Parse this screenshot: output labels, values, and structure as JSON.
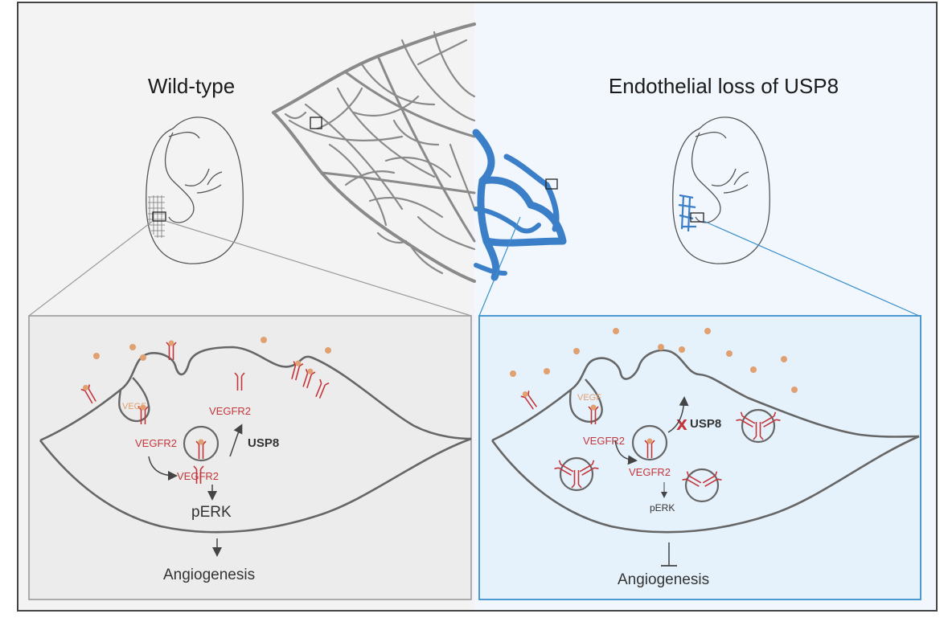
{
  "titles": {
    "left": "Wild-type",
    "right": "Endothelial loss of USP8"
  },
  "left_panel": {
    "vegf": "VEGF",
    "vegfr2_surface": "VEGFR2",
    "vegfr2_upper": "VEGFR2",
    "vegfr2_recycled": "VEGFR2",
    "usp8": "USP8",
    "perk": "pERK",
    "outcome": "Angiogenesis",
    "outcome_effect": "promoted"
  },
  "right_panel": {
    "vegf": "VEGF",
    "vegfr2_surface": "VEGFR2",
    "vegfr2_inner": "VEGFR2",
    "usp8": "USP8",
    "usp8_state": "lost",
    "perk": "pERK",
    "outcome": "Angiogenesis",
    "outcome_effect": "inhibited"
  },
  "colors": {
    "wildtype_bg": "#f4f3f3",
    "usp8_bg": "#f1f7fd",
    "wildtype_inset_bg": "#ececec",
    "usp8_inset_bg": "#e6f2fb",
    "wildtype_frame": "#9a9a9a",
    "usp8_frame": "#3a8fcc",
    "vessel_gray": "#8a8a8a",
    "vessel_blue": "#3b7fc8",
    "vegf_dot": "#e0a070",
    "receptor": "#c2353a",
    "membrane": "#666666"
  }
}
